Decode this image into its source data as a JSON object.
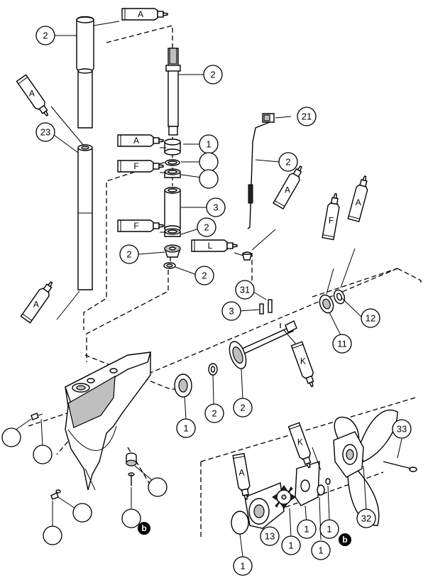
{
  "callouts": [
    {
      "label": "2"
    },
    {
      "label": "2"
    },
    {
      "label": "21"
    },
    {
      "label": "23"
    },
    {
      "label": "1"
    },
    {
      "label": ""
    },
    {
      "label": ""
    },
    {
      "label": "2"
    },
    {
      "label": "3"
    },
    {
      "label": "2"
    },
    {
      "label": "2"
    },
    {
      "label": "2"
    },
    {
      "label": "31"
    },
    {
      "label": "3"
    },
    {
      "label": "12"
    },
    {
      "label": "11"
    },
    {
      "label": "1"
    },
    {
      "label": "2"
    },
    {
      "label": "2"
    },
    {
      "label": ""
    },
    {
      "label": ""
    },
    {
      "label": ""
    },
    {
      "label": ""
    },
    {
      "label": ""
    },
    {
      "label": ""
    },
    {
      "label": "33"
    },
    {
      "label": "32"
    },
    {
      "label": "13"
    },
    {
      "label": "1"
    },
    {
      "label": "1"
    },
    {
      "label": "1"
    },
    {
      "label": "1"
    },
    {
      "label": "1"
    }
  ],
  "grease_tubes": [
    {
      "letter": "A"
    },
    {
      "letter": "A"
    },
    {
      "letter": "A"
    },
    {
      "letter": "F"
    },
    {
      "letter": "F"
    },
    {
      "letter": "A"
    },
    {
      "letter": "L"
    },
    {
      "letter": "F"
    },
    {
      "letter": "A"
    },
    {
      "letter": "A"
    },
    {
      "letter": "K"
    },
    {
      "letter": "K"
    },
    {
      "letter": "A"
    }
  ],
  "b_marks": [
    {
      "label": "b"
    },
    {
      "label": "b"
    }
  ]
}
